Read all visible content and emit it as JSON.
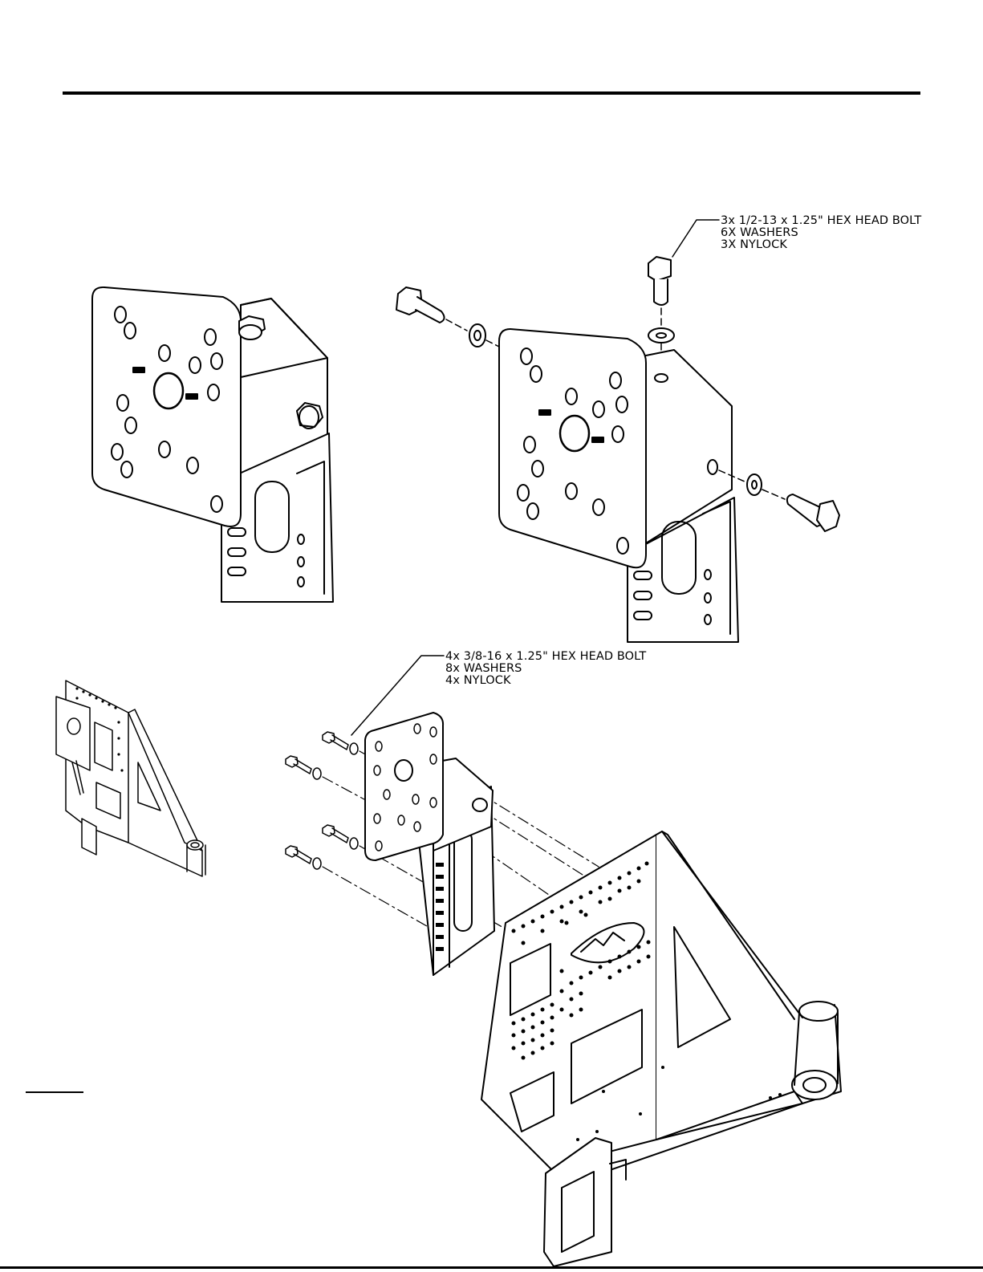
{
  "callouts": {
    "top_hardware": {
      "line1": "3x 1/2-13 x 1.25\" HEX HEAD BOLT",
      "line2": "6X WASHERS",
      "line3": "3X NYLOCK"
    },
    "lower_hardware": {
      "line1": "4x 3/8-16 x 1.25\" HEX HEAD BOLT",
      "line2": "8x WASHERS",
      "line3": "4x NYLOCK"
    }
  }
}
